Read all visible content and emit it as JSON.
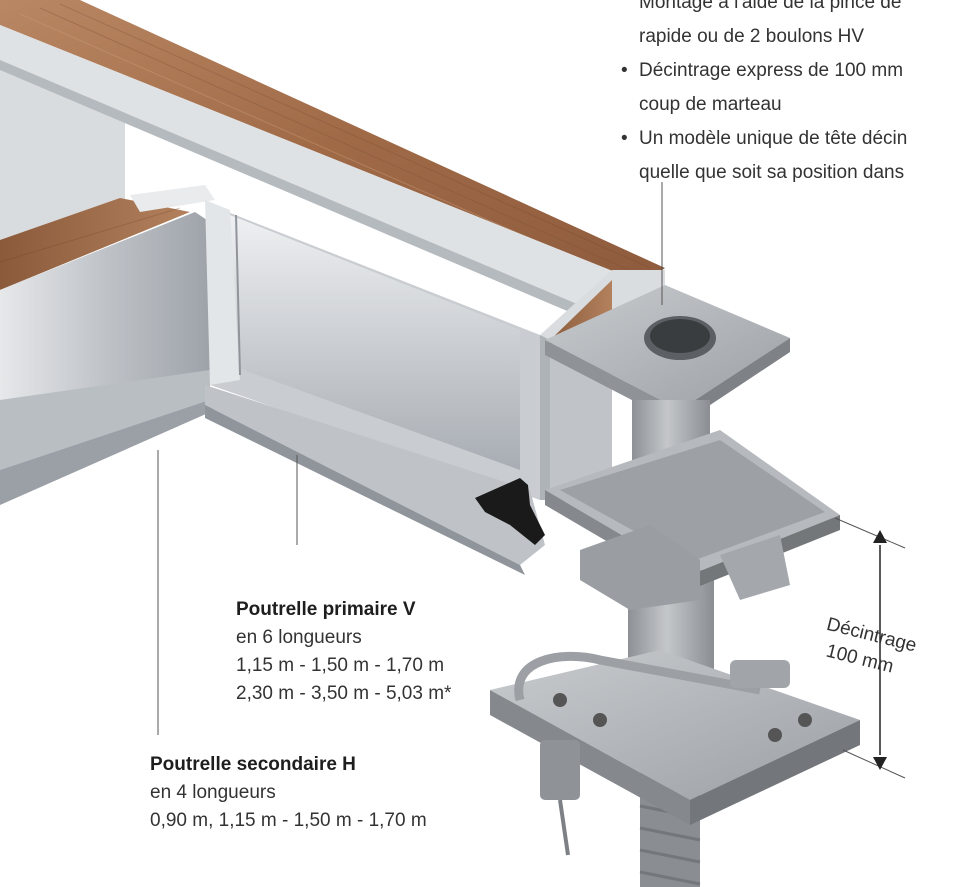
{
  "top_text": {
    "bullets": [
      {
        "lines": [
          "Montage à l'aide de la pince de",
          "rapide ou de 2 boulons HV"
        ]
      },
      {
        "lines": [
          "Décintrage express de 100 mm",
          "coup de marteau"
        ]
      },
      {
        "lines": [
          "Un modèle unique de tête décin",
          "quelle que soit sa position dans"
        ]
      }
    ]
  },
  "primary_beam": {
    "title": "Poutrelle primaire V",
    "lines": [
      "en 6 longueurs",
      "1,15 m - 1,50 m - 1,70 m",
      "2,30 m - 3,50 m - 5,03 m*"
    ]
  },
  "secondary_beam": {
    "title": "Poutrelle secondaire H",
    "lines": [
      "en 4 longueurs",
      "0,90 m, 1,15 m - 1,50 m - 1,70 m"
    ]
  },
  "decintrage": {
    "line1": "Décintrage",
    "line2": "100 mm"
  },
  "colors": {
    "text": "#333333",
    "title": "#1e1e1e",
    "wood": "#a7714d",
    "steel": "#c9ccd1",
    "galvanized": "#a9adb1",
    "rubber": "#1a1a1a"
  }
}
